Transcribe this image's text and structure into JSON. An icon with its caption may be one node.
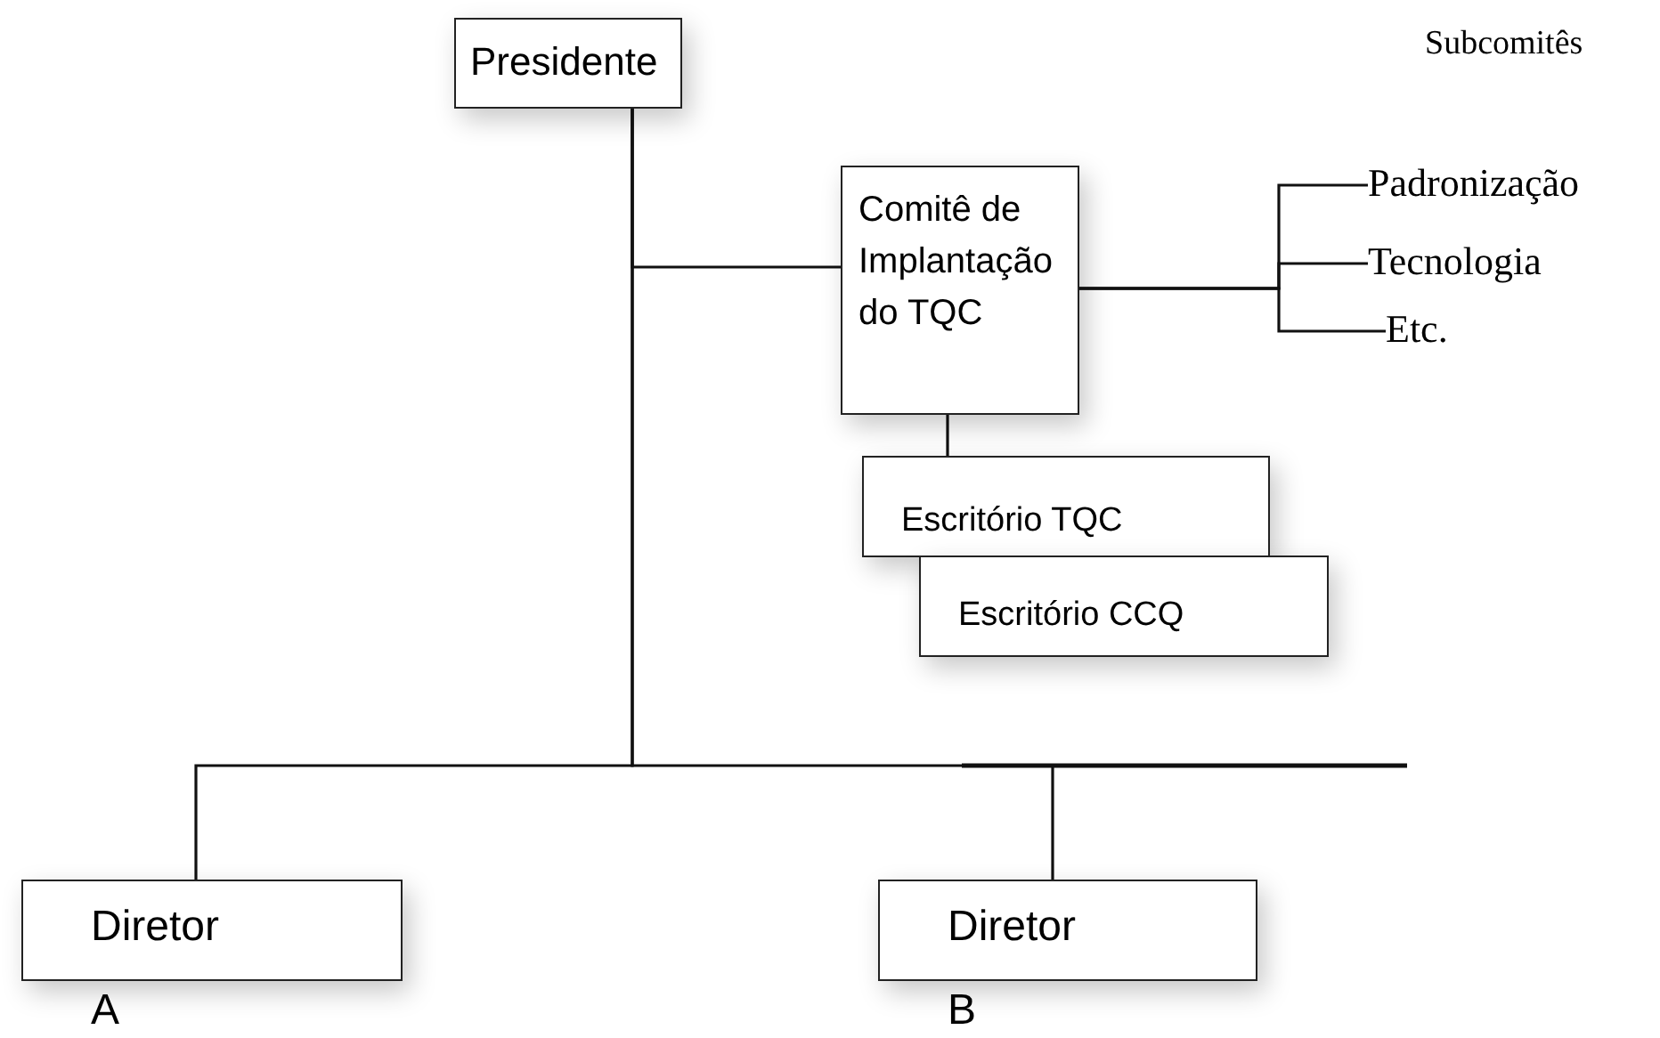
{
  "diagram": {
    "nodes": [
      {
        "text": [
          "Presidente"
        ]
      },
      {
        "text": [
          "Comitê de Implantação do TQC"
        ]
      },
      {
        "text": [
          "Escritório TQC"
        ]
      },
      {
        "text": [
          "Escritório CCQ"
        ]
      },
      {
        "text": [
          "Diretor",
          "A"
        ]
      },
      {
        "text": [
          "Diretor",
          "B"
        ]
      },
      {
        "text": [
          "Padronização"
        ]
      },
      {
        "text": [
          "Tecnologia"
        ]
      },
      {
        "text": [
          "Etc."
        ]
      }
    ],
    "edges": [
      {
        "from": 0,
        "to": 1,
        "arrow": "none"
      },
      {
        "from": 0,
        "to": 4,
        "arrow": "none"
      },
      {
        "from": 0,
        "to": 5,
        "arrow": "none"
      },
      {
        "from": 1,
        "to": 2,
        "arrow": "none"
      },
      {
        "from": 1,
        "to": 6,
        "arrow": "none"
      },
      {
        "from": 1,
        "to": 7,
        "arrow": "none"
      },
      {
        "from": 1,
        "to": 8,
        "arrow": "none"
      }
    ],
    "labels": [
      "Subcomitês"
    ]
  }
}
